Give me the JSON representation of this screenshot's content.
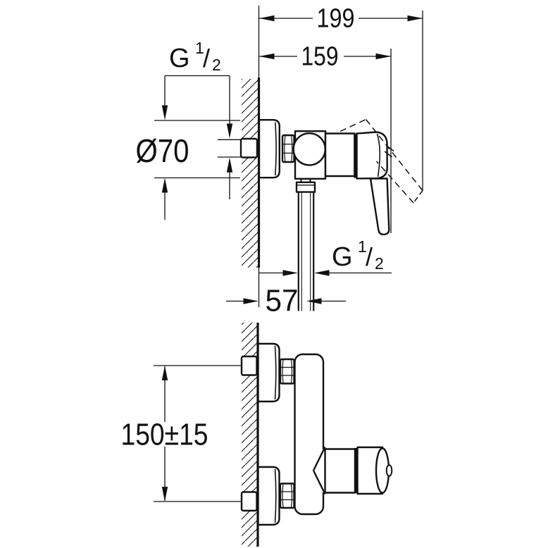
{
  "page": {
    "background": "#ffffff"
  },
  "drawing": {
    "line_color": "#111111",
    "labels": {
      "total_depth": "199",
      "depth_to_handle": "159",
      "rosette_diameter": "Ø70",
      "outlet_offset": "57",
      "inlet_spacing": "150±15",
      "thread": {
        "base": "G",
        "numerator": "1",
        "slash": "/",
        "denominator": "2"
      }
    }
  }
}
